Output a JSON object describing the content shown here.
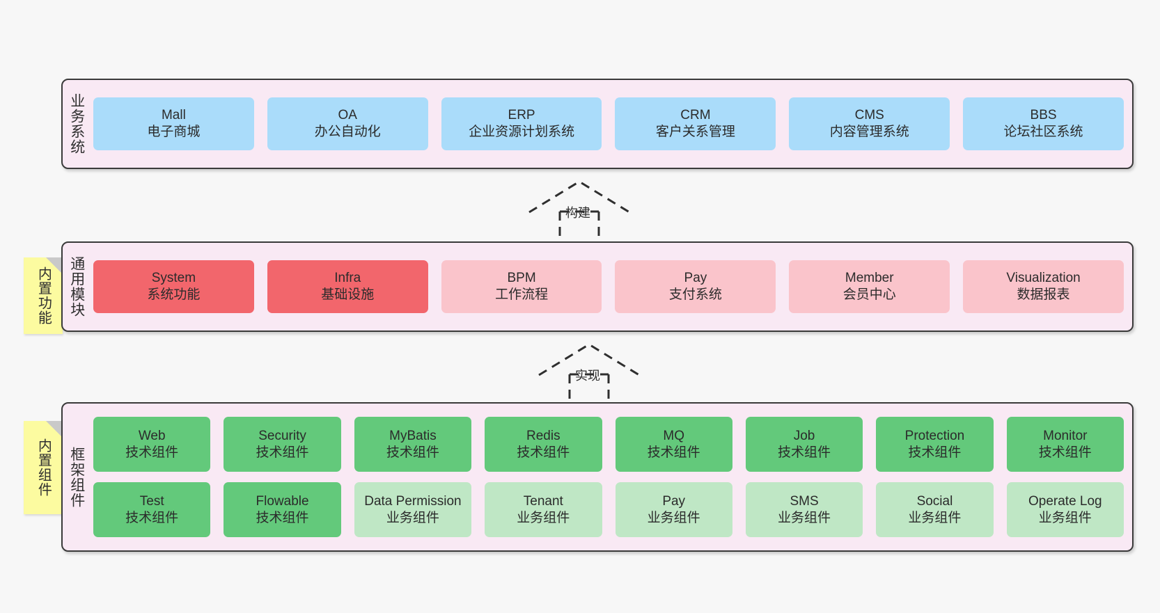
{
  "diagram": {
    "title": "系统架构分层图",
    "background": "#f7f7f7",
    "panel_bg": "#f9e9f4",
    "panel_border": "#3a3a3a",
    "sticky_bg": "#fcfba0",
    "sticky_fold": "#c9c9c9"
  },
  "layers": [
    {
      "key": "business",
      "caption": "业务系统",
      "sticky": null,
      "rows": [
        [
          {
            "name": "Mall",
            "desc": "电子商城",
            "color": "#aadcfa",
            "style": "blue"
          },
          {
            "name": "OA",
            "desc": "办公自动化",
            "color": "#aadcfa",
            "style": "blue"
          },
          {
            "name": "ERP",
            "desc": "企业资源计划系统",
            "color": "#aadcfa",
            "style": "blue"
          },
          {
            "name": "CRM",
            "desc": "客户关系管理",
            "color": "#aadcfa",
            "style": "blue"
          },
          {
            "name": "CMS",
            "desc": "内容管理系统",
            "color": "#aadcfa",
            "style": "blue"
          },
          {
            "name": "BBS",
            "desc": "论坛社区系统",
            "color": "#aadcfa",
            "style": "blue"
          }
        ]
      ]
    },
    {
      "key": "common",
      "caption": "通用模块",
      "sticky": "内置功能",
      "rows": [
        [
          {
            "name": "System",
            "desc": "系统功能",
            "color": "#f2666c",
            "style": "red"
          },
          {
            "name": "Infra",
            "desc": "基础设施",
            "color": "#f2666c",
            "style": "red"
          },
          {
            "name": "BPM",
            "desc": "工作流程",
            "color": "#fac4cb",
            "style": "pink"
          },
          {
            "name": "Pay",
            "desc": "支付系统",
            "color": "#fac4cb",
            "style": "pink"
          },
          {
            "name": "Member",
            "desc": "会员中心",
            "color": "#fac4cb",
            "style": "pink"
          },
          {
            "name": "Visualization",
            "desc": "数据报表",
            "color": "#fac4cb",
            "style": "pink"
          }
        ]
      ]
    },
    {
      "key": "framework",
      "caption": "框架组件",
      "sticky": "内置组件",
      "rows": [
        [
          {
            "name": "Web",
            "desc": "技术组件",
            "color": "#63c97b",
            "style": "green"
          },
          {
            "name": "Security",
            "desc": "技术组件",
            "color": "#63c97b",
            "style": "green"
          },
          {
            "name": "MyBatis",
            "desc": "技术组件",
            "color": "#63c97b",
            "style": "green"
          },
          {
            "name": "Redis",
            "desc": "技术组件",
            "color": "#63c97b",
            "style": "green"
          },
          {
            "name": "MQ",
            "desc": "技术组件",
            "color": "#63c97b",
            "style": "green"
          },
          {
            "name": "Job",
            "desc": "技术组件",
            "color": "#63c97b",
            "style": "green"
          },
          {
            "name": "Protection",
            "desc": "技术组件",
            "color": "#63c97b",
            "style": "green"
          },
          {
            "name": "Monitor",
            "desc": "技术组件",
            "color": "#63c97b",
            "style": "green"
          }
        ],
        [
          {
            "name": "Test",
            "desc": "技术组件",
            "color": "#63c97b",
            "style": "green"
          },
          {
            "name": "Flowable",
            "desc": "技术组件",
            "color": "#63c97b",
            "style": "green"
          },
          {
            "name": "Data Permission",
            "desc": "业务组件",
            "color": "#bfe7c5",
            "style": "lightgreen",
            "wrap": true
          },
          {
            "name": "Tenant",
            "desc": "业务组件",
            "color": "#bfe7c5",
            "style": "lightgreen"
          },
          {
            "name": "Pay",
            "desc": "业务组件",
            "color": "#bfe7c5",
            "style": "lightgreen"
          },
          {
            "name": "SMS",
            "desc": "业务组件",
            "color": "#bfe7c5",
            "style": "lightgreen"
          },
          {
            "name": "Social",
            "desc": "业务组件",
            "color": "#bfe7c5",
            "style": "lightgreen"
          },
          {
            "name": "Operate Log",
            "desc": "业务组件",
            "color": "#bfe7c5",
            "style": "lightgreen"
          }
        ]
      ]
    }
  ],
  "connectors": [
    {
      "key": "build",
      "label": "构建",
      "from": "common",
      "to": "business"
    },
    {
      "key": "implement",
      "label": "实现",
      "from": "framework",
      "to": "common"
    }
  ]
}
